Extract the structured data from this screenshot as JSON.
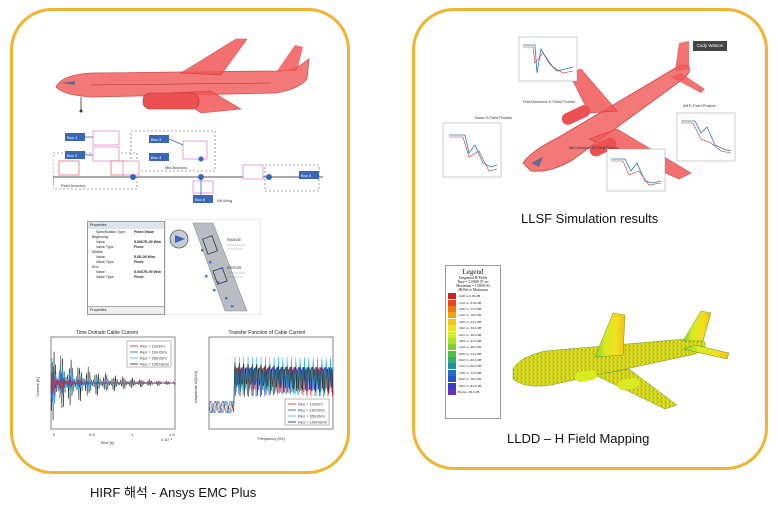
{
  "captions": {
    "left": "HIRF 해석 - Ansys EMC Plus",
    "llsf": "LLSF Simulation results",
    "lldd": "LLDD – H Field Mapping"
  },
  "user_badge": "Cody Watson",
  "harness_boxes": [
    "Box 1",
    "Box 2",
    "Box 3",
    "Box 4",
    "Box 5",
    "Box 6"
  ],
  "harness_labels": [
    "Field Avionics",
    "Mid Avionics",
    "Aft Wing"
  ],
  "properties_panel": {
    "header": "Properties",
    "rows": [
      [
        "Specification Type",
        "Fixed Value"
      ],
      [
        "Beginning",
        ""
      ],
      [
        "Value",
        "5.0667E-09 W/m"
      ],
      [
        "Value Type",
        "Fixed"
      ],
      [
        "Middle",
        ""
      ],
      [
        "Value",
        "5.6E-09 W/m"
      ],
      [
        "Value Type",
        "Fixed"
      ],
      [
        "End",
        ""
      ],
      [
        "Value",
        "5.0667E-09 W/m"
      ],
      [
        "Value Type",
        "Fixed"
      ]
    ],
    "footer": "Properties"
  },
  "cable_callouts": [
    "RANGE",
    "ERROR"
  ],
  "plot_time": {
    "title": "Time Domain Cable Current",
    "xlabel": "Time [s]",
    "ylabel": "Current [A]",
    "x_ticks": [
      "0",
      "0.5",
      "1",
      "1.5"
    ],
    "x_exp": "x 10⁻⁶",
    "legend": [
      "Res = 1mΩ/m",
      "Res = 10mΩ/m",
      "Res = 35mΩ/m",
      "Res = 100mΩ/m"
    ]
  },
  "plot_freq": {
    "title": "Transfer Function of Cable Current",
    "xlabel": "Frequency [Hz]",
    "ylabel": "Amplitude A/[V/m]",
    "legend": [
      "Res = 1mΩ/m",
      "Res = 10mΩ/m",
      "Res = 35mΩ/m",
      "Res = 100mΩ/m"
    ]
  },
  "series_colors": [
    "#e02020",
    "#3050e0",
    "#30c0e0",
    "#202020"
  ],
  "llsf_labels": {
    "nose": "Nose E-Field Probes",
    "field": "Field Avionics E-Field Probes",
    "mid": "Mid Avionics E-Field Probes",
    "aft": "Aft E-Field Probes"
  },
  "legend": {
    "title": "Legend",
    "subtitle": "Tangential H-Fields",
    "time": "Time = 3.000E-07 sec",
    "maximum": "Maximum = 1.085E-03",
    "unit": "dB Rel to Maximum",
    "entries": [
      "-6.00 to 0.00 dB",
      "-12.0 to -6.00 dB",
      "-18.0 to -12.0 dB",
      "-24.0 to -18.0 dB",
      "-30.0 to -24.0 dB",
      "-36.0 to -30.0 dB",
      "-42.0 to -36.0 dB",
      "-48.0 to -42.0 dB",
      "-54.0 to -48.0 dB",
      "-60.0 to -54.0 dB",
      "-66.0 to -60.0 dB",
      "-72.0 to -66.0 dB",
      "-78.0 to -72.0 dB",
      "-84.0 to -78.0 dB",
      "-90.0 to -84.0 dB",
      "Below -90.0 dB"
    ],
    "colors": [
      "#d62020",
      "#e84818",
      "#f07a10",
      "#f4a010",
      "#f6c414",
      "#f0e020",
      "#d8ea20",
      "#b0e028",
      "#80d030",
      "#50c040",
      "#30b070",
      "#2090a0",
      "#2070c0",
      "#2850d0",
      "#3a38c8",
      "#6a30b8"
    ]
  }
}
